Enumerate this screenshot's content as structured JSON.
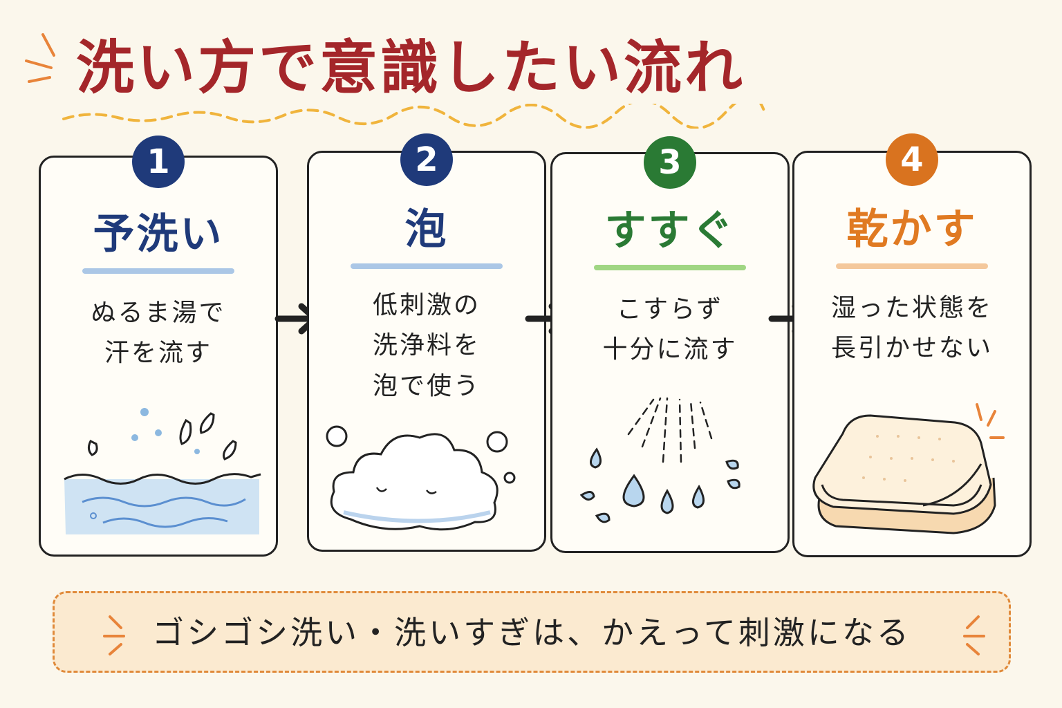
{
  "title": "洗い方で意識したい流れ",
  "steps": [
    {
      "number": "1",
      "title": "予洗い",
      "desc": [
        "ぬるま湯で",
        "汗を流す"
      ],
      "number_color": "#1f3a7a",
      "title_color": "#1f3a7a",
      "underline_color": "#9cbde3",
      "icon": "water-wave-icon"
    },
    {
      "number": "2",
      "title": "泡",
      "desc": [
        "低刺激の",
        "洗浄料を",
        "泡で使う"
      ],
      "number_color": "#1f3a7a",
      "title_color": "#1f3a7a",
      "underline_color": "#9cbde3",
      "icon": "foam-cloud-icon"
    },
    {
      "number": "3",
      "title": "すすぐ",
      "desc": [
        "こすらず",
        "十分に流す"
      ],
      "number_color": "#2a7a34",
      "title_color": "#2a7a34",
      "underline_color": "#8fcf6f",
      "icon": "shower-drops-icon"
    },
    {
      "number": "4",
      "title": "乾かす",
      "desc": [
        "湿った状態を",
        "長引かせない"
      ],
      "number_color": "#d9731f",
      "title_color": "#e07a22",
      "underline_color": "#f2be8c",
      "icon": "folded-towel-icon"
    }
  ],
  "note": "ゴシゴシ洗い・洗いすぎは、かえって刺激になる",
  "colors": {
    "title": "#a4262a",
    "background": "#fbf7ec",
    "note_border": "#e08a3a",
    "note_background": "#fbead0"
  }
}
